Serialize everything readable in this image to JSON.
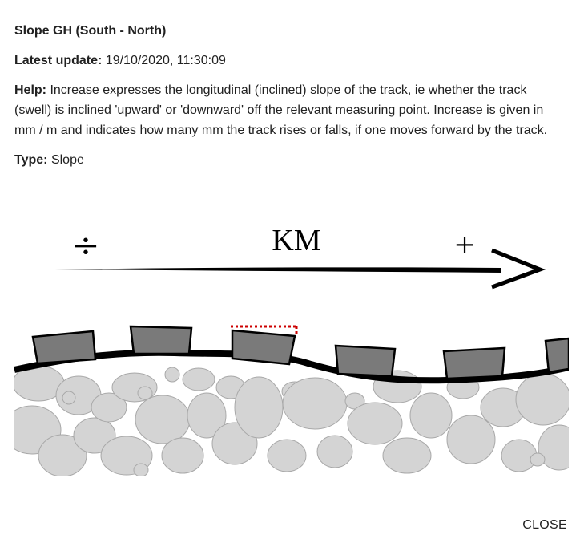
{
  "dialog": {
    "title": "Slope GH (South - North)",
    "latest_update_label": "Latest update:",
    "latest_update_value": "19/10/2020, 11:30:09",
    "help_label": "Help:",
    "help_text": "Increase expresses the longitudinal (inclined) slope of the track, ie whether the track (swell) is inclined 'upward' or 'downward' off the relevant measuring point. Increase is given in mm / m and indicates how many mm the track rises or falls, if one moves forward by the track.",
    "type_label": "Type:",
    "type_value": "Slope",
    "close_label": "CLOSE"
  },
  "illustration": {
    "minus_symbol": "÷",
    "axis_label": "KM",
    "plus_symbol": "+",
    "colors": {
      "stones": "#d4d4d4",
      "sleepers": "#7a7a7a",
      "rail": "#000000",
      "slope_marker": "#cc0000"
    }
  }
}
